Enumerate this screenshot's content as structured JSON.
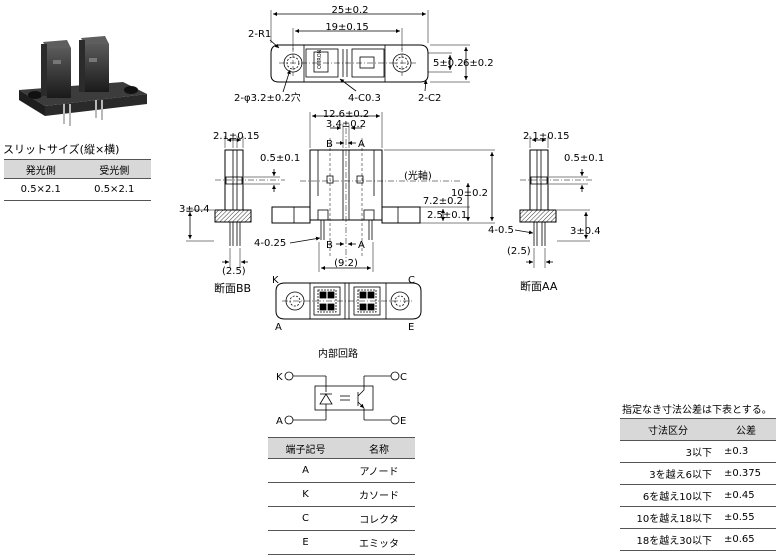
{
  "slit_table": {
    "title": "スリットサイズ(縦×横)",
    "headers": [
      "発光側",
      "受光側"
    ],
    "rows": [
      [
        "0.5×2.1",
        "0.5×2.1"
      ]
    ]
  },
  "top_view": {
    "dim_overall": "25±0.2",
    "dim_pitch": "19±0.15",
    "radius": "2-R1",
    "holes": "2-φ3.2±0.2穴",
    "chamfer_small": "4-C0.3",
    "chamfer_large": "2-C2",
    "dim_height_inner": "5±0.2",
    "dim_height_outer": "6±0.2",
    "marking": "OMRON"
  },
  "front_view": {
    "dim_width": "12.6±0.2",
    "dim_gap": "3.4±0.2",
    "section_b": "B",
    "section_a": "A",
    "optical_axis": "(光軸)",
    "dim_total_height": "10±0.2",
    "dim_axis_height": "7.2±0.2",
    "dim_body_height": "2.5±0.1",
    "lead_note": "4-0.25",
    "dim_lead_pitch": "(9.2)"
  },
  "section_bb": {
    "label": "断面BB",
    "dim_top": "2.1±0.15",
    "dim_slit": "0.5±0.1",
    "dim_base": "3±0.4",
    "dim_lead": "(2.5)"
  },
  "section_aa": {
    "label": "断面AA",
    "dim_top": "2.1±0.15",
    "dim_slit": "0.5±0.1",
    "lead_note": "4-0.5",
    "dim_base": "3±0.4",
    "dim_lead": "(2.5)"
  },
  "bottom_view": {
    "pins": [
      "K",
      "C",
      "A",
      "E"
    ]
  },
  "circuit": {
    "title": "内部回路",
    "pins": [
      "K",
      "C",
      "A",
      "E"
    ]
  },
  "pin_table": {
    "headers": [
      "端子記号",
      "名称"
    ],
    "rows": [
      [
        "A",
        "アノード"
      ],
      [
        "K",
        "カソード"
      ],
      [
        "C",
        "コレクタ"
      ],
      [
        "E",
        "エミッタ"
      ]
    ]
  },
  "tolerance_table": {
    "title": "指定なき寸法公差は下表とする。",
    "headers": [
      "寸法区分",
      "公差"
    ],
    "rows": [
      [
        "3以下",
        "±0.3"
      ],
      [
        "3を越え6以下",
        "±0.375"
      ],
      [
        "6を越え10以下",
        "±0.45"
      ],
      [
        "10を越え18以下",
        "±0.55"
      ],
      [
        "18を越え30以下",
        "±0.65"
      ]
    ]
  }
}
